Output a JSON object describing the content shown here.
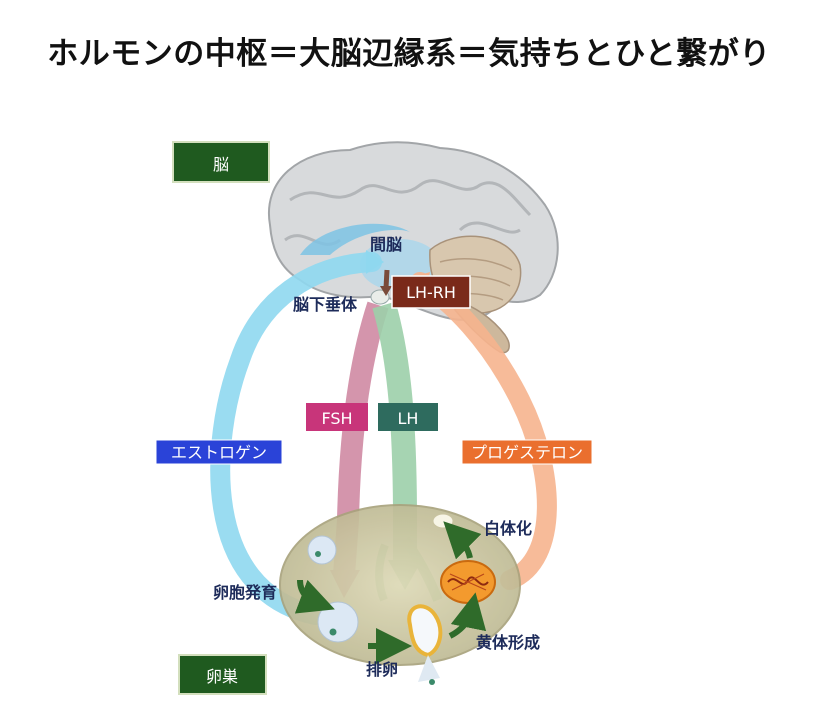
{
  "title": "ホルモンの中枢＝大脳辺縁系＝気持ちとひと繋がり",
  "sections": {
    "brain": "脳",
    "ovary": "卵巣"
  },
  "brain_parts": {
    "interbrain": "間脳",
    "pituitary": "脳下垂体"
  },
  "hormones": {
    "lhrh": "LH-RH",
    "fsh": "FSH",
    "lh": "LH",
    "estrogen": "エストロゲン",
    "progesterone": "プロゲステロン"
  },
  "ovary_stages": {
    "follicle_growth": "卵胞発育",
    "ovulation": "排卵",
    "corpus_luteum": "黄体形成",
    "albicans": "白体化"
  },
  "colors": {
    "section_label_bg": "#1f5a1f",
    "lhrh": "#7a2a1a",
    "fsh": "#c8357a",
    "lh": "#2e6b5e",
    "estrogen": "#2a43d8",
    "progesterone": "#ea6f2e",
    "estrogen_arrow": "#8fd8ef",
    "progesterone_arrow": "#f6b48e",
    "fsh_arrow": "#cf8aa3",
    "lh_arrow": "#9ccfaa",
    "ovary_fill": "#c9c6a6",
    "stage_arrow": "#2f6b2a"
  }
}
